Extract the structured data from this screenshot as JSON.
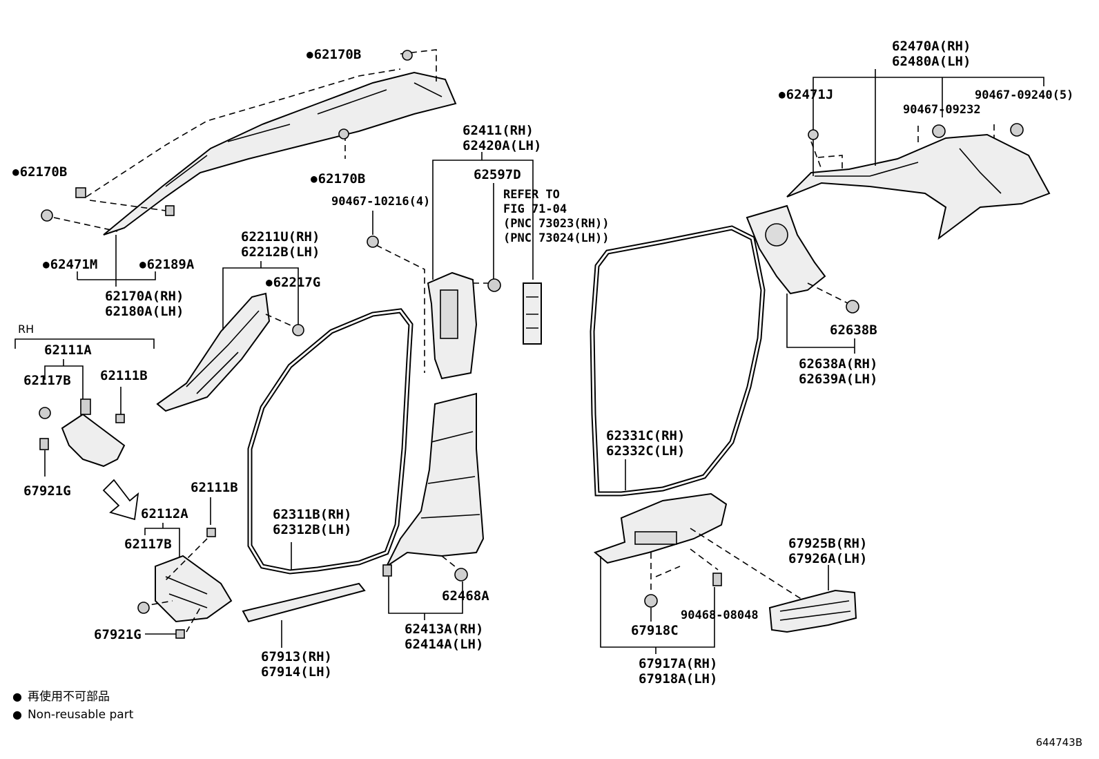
{
  "legend": {
    "item1": "再使用不可部品",
    "item2": "Non-reusable part"
  },
  "figure_id": "644743B",
  "labels": {
    "l62170B_top": "62170B",
    "l62170B_left": "62170B",
    "l62170B_mid": "62170B",
    "l62471M": "62471M",
    "l62189A": "62189A",
    "l62170A": "62170A(RH)",
    "l62180A": "62180A(LH)",
    "l62211U": "62211U(RH)",
    "l62212B": "62212B(LH)",
    "l62217G": "62217G",
    "rh": "RH",
    "l62111A": "62111A",
    "l62117B_a": "62117B",
    "l62111B_a": "62111B",
    "l67921G_a": "67921G",
    "l62111B_b": "62111B",
    "l62112A": "62112A",
    "l62117B_b": "62117B",
    "l67921G_b": "67921G",
    "l62411": "62411(RH)",
    "l62420A": "62420A(LH)",
    "l62597D": "62597D",
    "l90467_10216": "90467-10216(4)",
    "refer1": "REFER TO",
    "refer2": "FIG 71-04",
    "refer3": "(PNC 73023(RH))",
    "refer4": "(PNC 73024(LH))",
    "l62311B": "62311B(RH)",
    "l62312B": "62312B(LH)",
    "l67913": "67913(RH)",
    "l67914": "67914(LH)",
    "l62468A": "62468A",
    "l62413A": "62413A(RH)",
    "l62414A": "62414A(LH)",
    "l62470A": "62470A(RH)",
    "l62480A": "62480A(LH)",
    "l62471J": "62471J",
    "l90467_09240": "90467-09240(5)",
    "l90467_09232": "90467-09232",
    "l62638B": "62638B",
    "l62638A": "62638A(RH)",
    "l62639A": "62639A(LH)",
    "l62331C": "62331C(RH)",
    "l62332C": "62332C(LH)",
    "l67925B": "67925B(RH)",
    "l67926A": "67926A(LH)",
    "l90468_08048": "90468-08048",
    "l67918C": "67918C",
    "l67917A": "67917A(RH)",
    "l67918A": "67918A(LH)"
  }
}
